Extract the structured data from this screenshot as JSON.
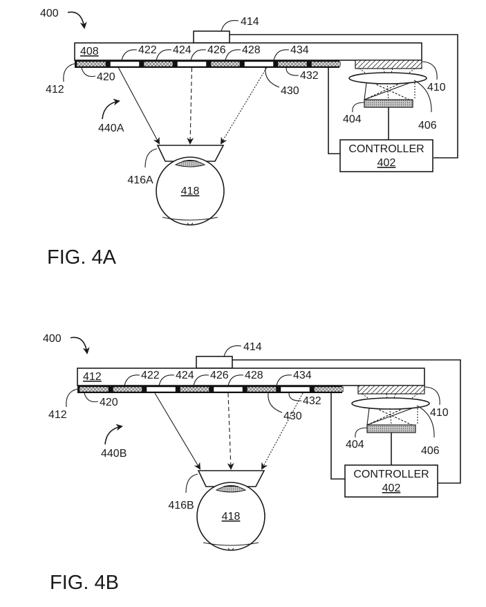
{
  "figures": [
    {
      "id": "4A",
      "caption": "FIG. 4A",
      "labels": {
        "system": "400",
        "sensor": "414",
        "waveguide": "408",
        "outer_edge": "412",
        "segments": [
          "420",
          "422",
          "424",
          "426",
          "428",
          "430",
          "432",
          "434"
        ],
        "projector_lens": "410",
        "light_source": "404",
        "optics": "406",
        "controller_title": "CONTROLLER",
        "controller_ref": "402",
        "view_config": "440A",
        "eyebox": "416A",
        "eye": "418"
      },
      "segment_states": [
        "hatched",
        "clear",
        "hatched",
        "clear",
        "hatched",
        "clear",
        "hatched",
        "hatched"
      ]
    },
    {
      "id": "4B",
      "caption": "FIG. 4B",
      "labels": {
        "system": "400",
        "sensor": "414",
        "waveguide": "412",
        "outer_edge": "412",
        "segments": [
          "420",
          "422",
          "424",
          "426",
          "428",
          "430",
          "432",
          "434"
        ],
        "projector_lens": "410",
        "light_source": "404",
        "optics": "406",
        "controller_title": "CONTROLLER",
        "controller_ref": "402",
        "view_config": "440B",
        "eyebox": "416B",
        "eye": "418"
      },
      "segment_states": [
        "hatched",
        "hatched",
        "clear",
        "hatched",
        "clear",
        "hatched",
        "clear",
        "hatched"
      ]
    }
  ]
}
